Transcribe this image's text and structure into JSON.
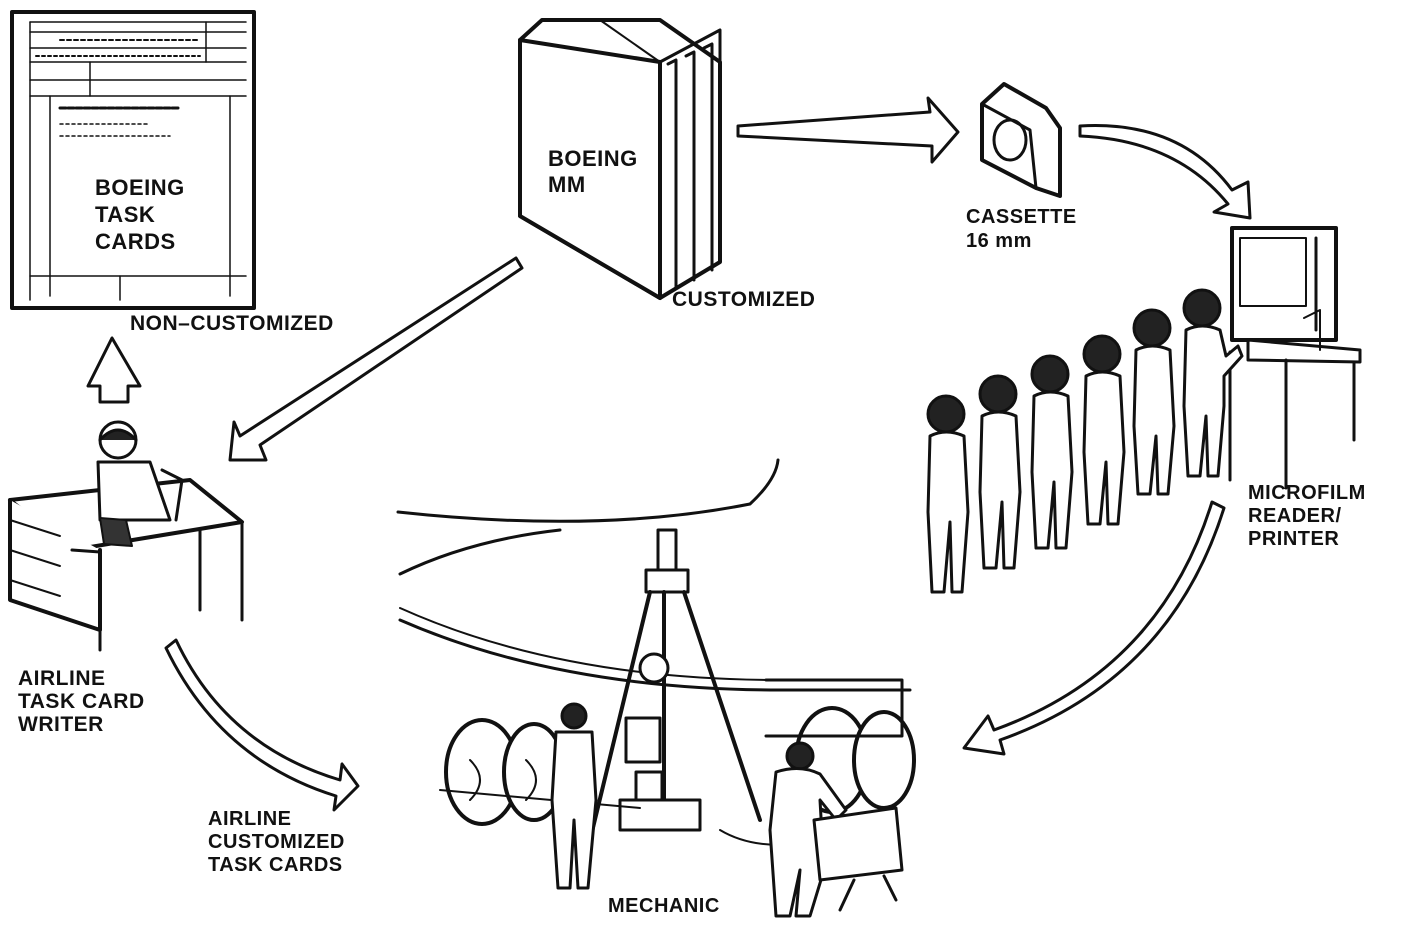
{
  "colors": {
    "ink": "#111111",
    "paper": "#ffffff"
  },
  "task_cards": {
    "title": "BOEING\nTASK\nCARDS",
    "caption": "NON–CUSTOMIZED"
  },
  "manual": {
    "title": "BOEING\nMM",
    "caption": "CUSTOMIZED"
  },
  "cassette": {
    "caption": "CASSETTE\n16 mm"
  },
  "reader": {
    "caption": "MICROFILM\nREADER/\nPRINTER"
  },
  "writer": {
    "caption": "AIRLINE\nTASK CARD\nWRITER"
  },
  "customized_cards": {
    "caption": "AIRLINE\nCUSTOMIZED\nTASK CARDS"
  },
  "mechanic": {
    "caption": "MECHANIC"
  }
}
